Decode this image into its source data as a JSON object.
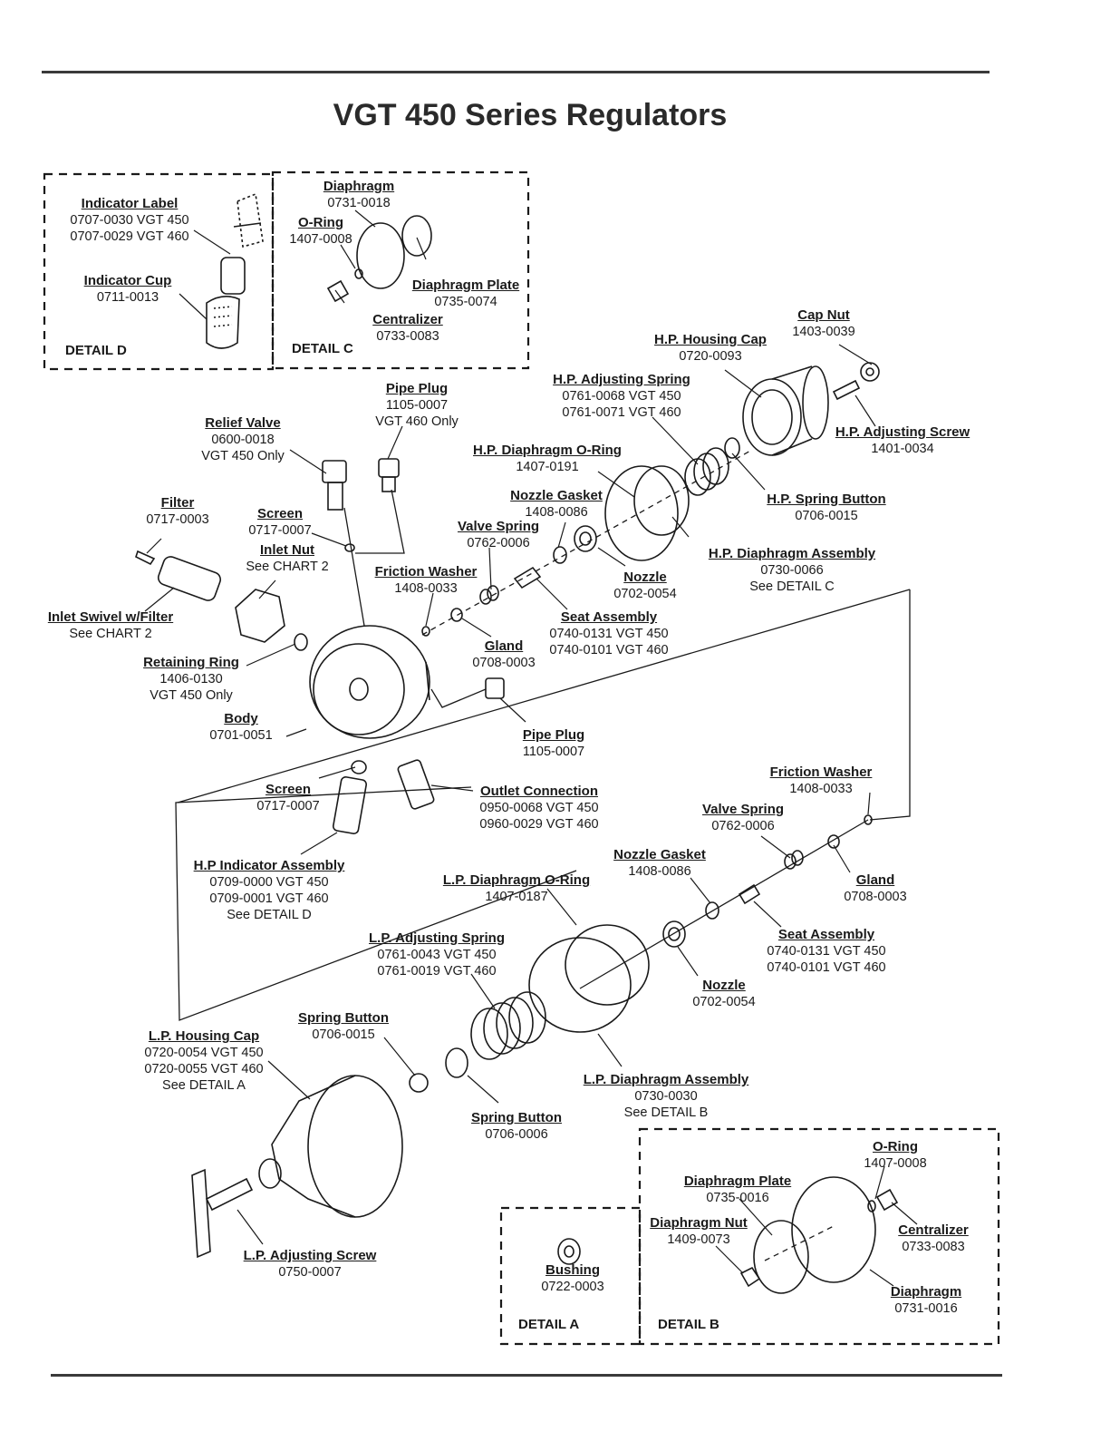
{
  "title": "VGT 450 Series Regulators",
  "colors": {
    "ink": "#1a1a1a",
    "rule": "#3a3a3a"
  },
  "details": {
    "d": "DETAIL D",
    "c": "DETAIL C",
    "a": "DETAIL A",
    "b": "DETAIL B"
  },
  "labels": [
    {
      "id": "indicator-label",
      "name": "Indicator Label",
      "lines": [
        "0707-0030 VGT 450",
        "0707-0029 VGT 460"
      ]
    },
    {
      "id": "indicator-cup",
      "name": "Indicator Cup",
      "lines": [
        "0711-0013"
      ]
    },
    {
      "id": "c-diaphragm",
      "name": "Diaphragm",
      "lines": [
        "0731-0018"
      ]
    },
    {
      "id": "c-o-ring",
      "name": "O-Ring",
      "lines": [
        "1407-0008"
      ]
    },
    {
      "id": "c-diaphragm-plate",
      "name": "Diaphragm Plate",
      "lines": [
        "0735-0074"
      ]
    },
    {
      "id": "c-centralizer",
      "name": "Centralizer",
      "lines": [
        "0733-0083"
      ]
    },
    {
      "id": "cap-nut",
      "name": "Cap Nut",
      "lines": [
        "1403-0039"
      ]
    },
    {
      "id": "hp-housing-cap",
      "name": "H.P. Housing Cap",
      "lines": [
        "0720-0093"
      ]
    },
    {
      "id": "hp-adjusting-spring",
      "name": "H.P. Adjusting Spring",
      "lines": [
        "0761-0068 VGT 450",
        "0761-0071 VGT 460"
      ]
    },
    {
      "id": "hp-adjusting-screw",
      "name": "H.P. Adjusting Screw",
      "lines": [
        "1401-0034"
      ]
    },
    {
      "id": "pipe-plug-top",
      "name": "Pipe Plug",
      "lines": [
        "1105-0007",
        "VGT 460 Only"
      ]
    },
    {
      "id": "relief-valve",
      "name": "Relief Valve",
      "lines": [
        "0600-0018",
        "VGT 450 Only"
      ]
    },
    {
      "id": "hp-diaphragm-o-ring",
      "name": "H.P. Diaphragm O-Ring",
      "lines": [
        "1407-0191"
      ]
    },
    {
      "id": "hp-spring-button",
      "name": "H.P. Spring Button",
      "lines": [
        "0706-0015"
      ]
    },
    {
      "id": "nozzle-gasket-top",
      "name": "Nozzle Gasket",
      "lines": [
        "1408-0086"
      ]
    },
    {
      "id": "filter",
      "name": "Filter",
      "lines": [
        "0717-0003"
      ]
    },
    {
      "id": "screen-top",
      "name": "Screen",
      "lines": [
        "0717-0007"
      ]
    },
    {
      "id": "valve-spring-top",
      "name": "Valve Spring",
      "lines": [
        "0762-0006"
      ]
    },
    {
      "id": "hp-diaphragm-assembly",
      "name": "H.P. Diaphragm Assembly",
      "lines": [
        "0730-0066",
        "See DETAIL C"
      ]
    },
    {
      "id": "inlet-nut",
      "name": "Inlet Nut",
      "lines": [
        "See CHART 2"
      ]
    },
    {
      "id": "friction-washer-top",
      "name": "Friction Washer",
      "lines": [
        "1408-0033"
      ]
    },
    {
      "id": "nozzle-top",
      "name": "Nozzle",
      "lines": [
        "0702-0054"
      ]
    },
    {
      "id": "inlet-swivel",
      "name": "Inlet Swivel w/Filter",
      "lines": [
        "See CHART 2"
      ]
    },
    {
      "id": "seat-assembly-top",
      "name": "Seat Assembly",
      "lines": [
        "0740-0131 VGT 450",
        "0740-0101 VGT 460"
      ]
    },
    {
      "id": "gland-top",
      "name": "Gland",
      "lines": [
        "0708-0003"
      ]
    },
    {
      "id": "retaining-ring",
      "name": "Retaining Ring",
      "lines": [
        "1406-0130",
        "VGT 450 Only"
      ]
    },
    {
      "id": "body",
      "name": "Body",
      "lines": [
        "0701-0051"
      ]
    },
    {
      "id": "pipe-plug-side",
      "name": "Pipe Plug",
      "lines": [
        "1105-0007"
      ]
    },
    {
      "id": "friction-washer-low",
      "name": "Friction Washer",
      "lines": [
        "1408-0033"
      ]
    },
    {
      "id": "screen-low",
      "name": "Screen",
      "lines": [
        "0717-0007"
      ]
    },
    {
      "id": "outlet-connection",
      "name": "Outlet Connection",
      "lines": [
        "0950-0068 VGT 450",
        "0960-0029 VGT 460"
      ]
    },
    {
      "id": "valve-spring-low",
      "name": "Valve Spring",
      "lines": [
        "0762-0006"
      ]
    },
    {
      "id": "hp-indicator-assembly",
      "name": "H.P Indicator Assembly",
      "lines": [
        "0709-0000 VGT 450",
        "0709-0001 VGT 460",
        "See DETAIL D"
      ]
    },
    {
      "id": "nozzle-gasket-low",
      "name": "Nozzle Gasket",
      "lines": [
        "1408-0086"
      ]
    },
    {
      "id": "lp-diaphragm-o-ring",
      "name": "L.P. Diaphragm O-Ring",
      "lines": [
        "1407-0187"
      ]
    },
    {
      "id": "gland-low",
      "name": "Gland",
      "lines": [
        "0708-0003"
      ]
    },
    {
      "id": "lp-adjusting-spring",
      "name": "L.P. Adjusting Spring",
      "lines": [
        "0761-0043 VGT 450",
        "0761-0019 VGT 460"
      ]
    },
    {
      "id": "seat-assembly-low",
      "name": "Seat Assembly",
      "lines": [
        "0740-0131 VGT 450",
        "0740-0101 VGT 460"
      ]
    },
    {
      "id": "nozzle-low",
      "name": "Nozzle",
      "lines": [
        "0702-0054"
      ]
    },
    {
      "id": "spring-button-top",
      "name": "Spring Button",
      "lines": [
        "0706-0015"
      ]
    },
    {
      "id": "lp-housing-cap",
      "name": "L.P. Housing Cap",
      "lines": [
        "0720-0054 VGT 450",
        "0720-0055 VGT 460",
        "See DETAIL A"
      ]
    },
    {
      "id": "lp-diaphragm-assembly",
      "name": "L.P. Diaphragm Assembly",
      "lines": [
        "0730-0030",
        "See DETAIL B"
      ]
    },
    {
      "id": "spring-button-low",
      "name": "Spring Button",
      "lines": [
        "0706-0006"
      ]
    },
    {
      "id": "b-o-ring",
      "name": "O-Ring",
      "lines": [
        "1407-0008"
      ]
    },
    {
      "id": "b-diaphragm-plate",
      "name": "Diaphragm Plate",
      "lines": [
        "0735-0016"
      ]
    },
    {
      "id": "b-diaphragm-nut",
      "name": "Diaphragm Nut",
      "lines": [
        "1409-0073"
      ]
    },
    {
      "id": "b-centralizer",
      "name": "Centralizer",
      "lines": [
        "0733-0083"
      ]
    },
    {
      "id": "lp-adjusting-screw",
      "name": "L.P. Adjusting Screw",
      "lines": [
        "0750-0007"
      ]
    },
    {
      "id": "bushing",
      "name": "Bushing",
      "lines": [
        "0722-0003"
      ]
    },
    {
      "id": "b-diaphragm",
      "name": "Diaphragm",
      "lines": [
        "0731-0016"
      ]
    }
  ]
}
